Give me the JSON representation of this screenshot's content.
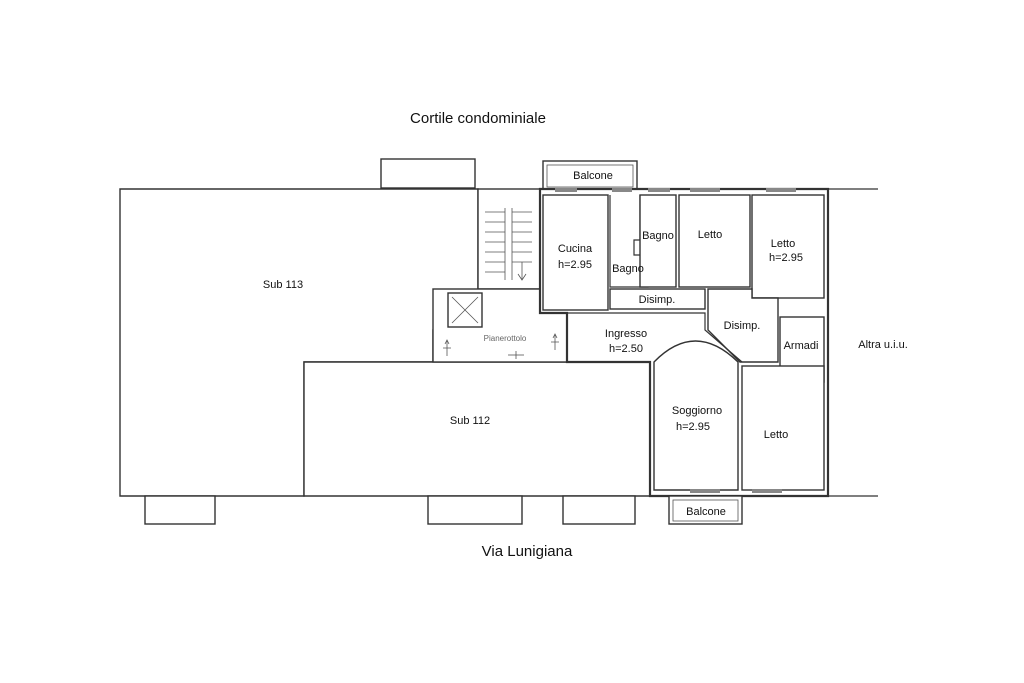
{
  "labels": {
    "courtyard": "Cortile condominiale",
    "street": "Via Lunigiana",
    "sub113": "Sub 113",
    "sub112": "Sub 112",
    "other_unit": "Altra u.i.u.",
    "landing": "Pianerottolo",
    "balcony_top": "Balcone",
    "balcony_bottom": "Balcone",
    "kitchen": "Cucina",
    "kitchen_h": "h=2.95",
    "bath1": "Bagno",
    "bath2": "Bagno",
    "bedroom1": "Letto",
    "bedroom2": "Letto",
    "bedroom2_h": "h=2.95",
    "bedroom3": "Letto",
    "closet": "Armadi",
    "hall1": "Disimp.",
    "hall2": "Disimp.",
    "entrance": "Ingresso",
    "entrance_h": "h=2.50",
    "living": "Soggiorno",
    "living_h": "h=2.95"
  }
}
